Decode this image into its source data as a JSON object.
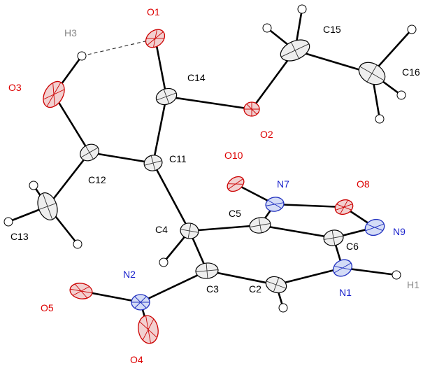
{
  "colors": {
    "C": "#000000",
    "O": "#dd0000",
    "N": "#1a22cc",
    "H": "#888888"
  },
  "atoms": {
    "O1": {
      "label": "O1",
      "element": "O"
    },
    "H3": {
      "label": "H3",
      "element": "H"
    },
    "O3": {
      "label": "O3",
      "element": "O"
    },
    "C14": {
      "label": "C14",
      "element": "C"
    },
    "C15": {
      "label": "C15",
      "element": "C"
    },
    "C16": {
      "label": "C16",
      "element": "C"
    },
    "O2": {
      "label": "O2",
      "element": "O"
    },
    "C11": {
      "label": "C11",
      "element": "C"
    },
    "C12": {
      "label": "C12",
      "element": "C"
    },
    "O10": {
      "label": "O10",
      "element": "O"
    },
    "N7": {
      "label": "N7",
      "element": "N"
    },
    "O8": {
      "label": "O8",
      "element": "O"
    },
    "C13": {
      "label": "C13",
      "element": "C"
    },
    "C5": {
      "label": "C5",
      "element": "C"
    },
    "N9": {
      "label": "N9",
      "element": "N"
    },
    "C4": {
      "label": "C4",
      "element": "C"
    },
    "C6": {
      "label": "C6",
      "element": "C"
    },
    "N2": {
      "label": "N2",
      "element": "N"
    },
    "C3": {
      "label": "C3",
      "element": "C"
    },
    "C2": {
      "label": "C2",
      "element": "C"
    },
    "N1": {
      "label": "N1",
      "element": "N"
    },
    "H1": {
      "label": "H1",
      "element": "H"
    },
    "O5": {
      "label": "O5",
      "element": "O"
    },
    "O4": {
      "label": "O4",
      "element": "O"
    }
  }
}
